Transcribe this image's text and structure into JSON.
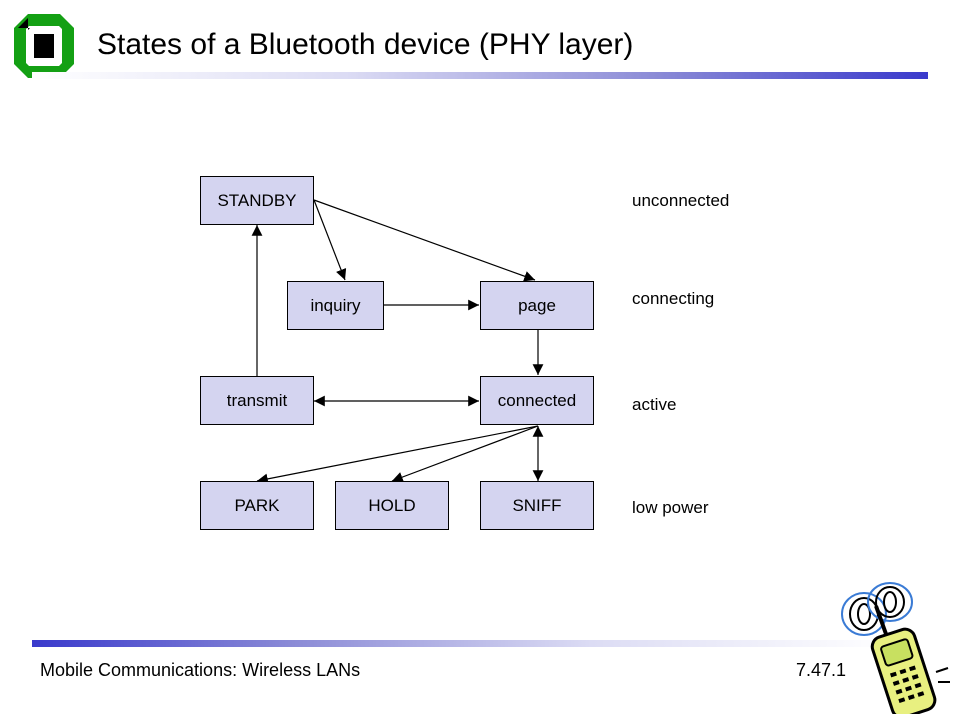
{
  "slide": {
    "title": "States of a Bluetooth device (PHY layer)",
    "footer_left": "Mobile Communications: Wireless LANs",
    "footer_right": "7.47.1"
  },
  "diagram": {
    "nodes": {
      "standby": "STANDBY",
      "inquiry": "inquiry",
      "page": "page",
      "transmit": "transmit",
      "connected": "connected",
      "park": "PARK",
      "hold": "HOLD",
      "sniff": "SNIFF"
    },
    "levels": {
      "unconnected": "unconnected",
      "connecting": "connecting",
      "active": "active",
      "low_power": "low power"
    }
  },
  "colors": {
    "node_fill": "#d4d4f0",
    "rule_blue": "#3a3acc",
    "logo_green": "#14a014"
  },
  "icons": {
    "logo": "university-logo-icon",
    "phone": "mobile-phone-clipart-icon"
  }
}
